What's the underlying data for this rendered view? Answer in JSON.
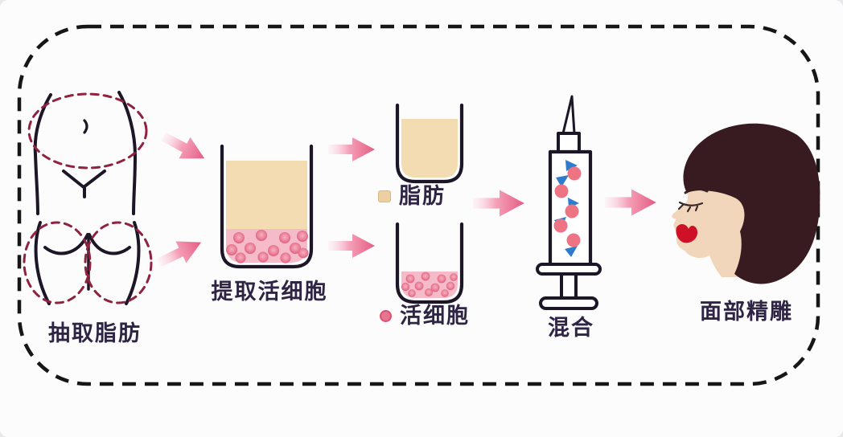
{
  "diagram": {
    "type": "process-flow",
    "subject": "fat-extraction-facial-sculpting-procedure",
    "steps": [
      {
        "id": "liposuction-areas",
        "label": "抽取脂肪"
      },
      {
        "id": "extract-live-cells",
        "label": "提取活细胞"
      },
      {
        "id": "separated-fat",
        "label": "脂肪"
      },
      {
        "id": "separated-live-cells",
        "label": "活细胞"
      },
      {
        "id": "mix",
        "label": "混合"
      },
      {
        "id": "facial-sculpting",
        "label": "面部精雕"
      }
    ],
    "colors": {
      "background": "#fcfcfd",
      "border_dash": "#161616",
      "outline": "#1d1626",
      "marking_dash_red": "#8e2340",
      "arrow_pink": "#e45c83",
      "fat_beige": "#f3dcb2",
      "cell_layer_pink": "#f6bbc8",
      "cell_dot_pink": "#e2647f",
      "syringe_cell_pink": "#ee7383",
      "syringe_triangle_blue": "#2f7ccb",
      "hair_dark": "#381b20",
      "skin": "#f2d6bc",
      "lips_red": "#ce1127",
      "label_text": "#2e2545"
    }
  }
}
